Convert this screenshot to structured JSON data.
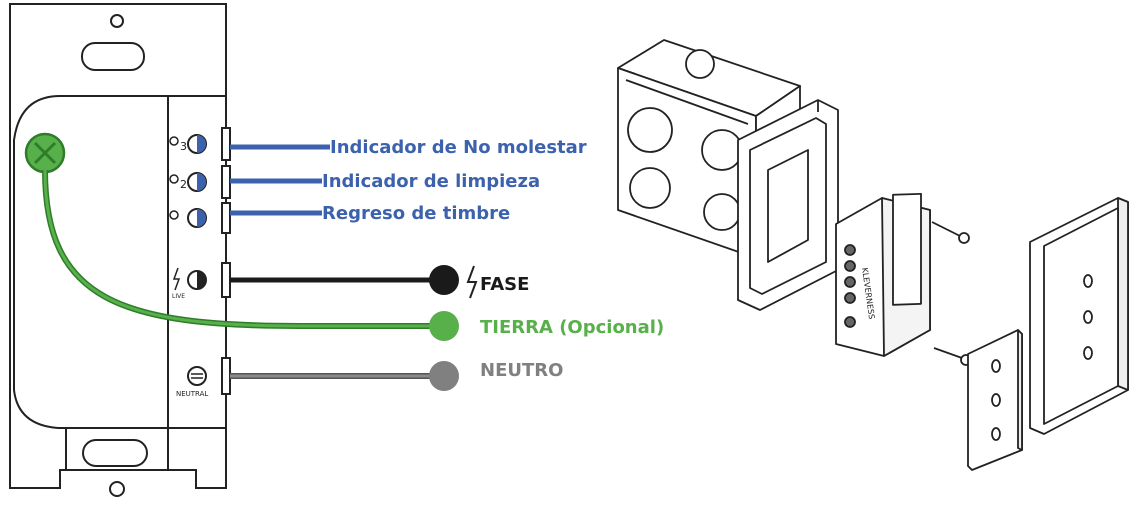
{
  "colors": {
    "blue": "#3d62ad",
    "black": "#1a1a1a",
    "green": "#57b04a",
    "green_dark": "#2f7d2a",
    "gray": "#808080",
    "line": "#222222"
  },
  "wiring": {
    "indicators": [
      {
        "label": "Indicador de No molestar",
        "terminal": "3"
      },
      {
        "label": "Indicador de limpieza",
        "terminal": "2"
      },
      {
        "label": "Regreso de timbre",
        "terminal": ""
      }
    ],
    "phase": {
      "label": "FASE",
      "terminal": "LIVE",
      "icon": "lightning-icon"
    },
    "ground": {
      "label": "TIERRA (Opcional)",
      "icon": "ground-screw-icon"
    },
    "neutral": {
      "label": "NEUTRO",
      "terminal": "NEUTRAL"
    }
  },
  "assembly": {
    "brand": "KLEVERNESS"
  }
}
